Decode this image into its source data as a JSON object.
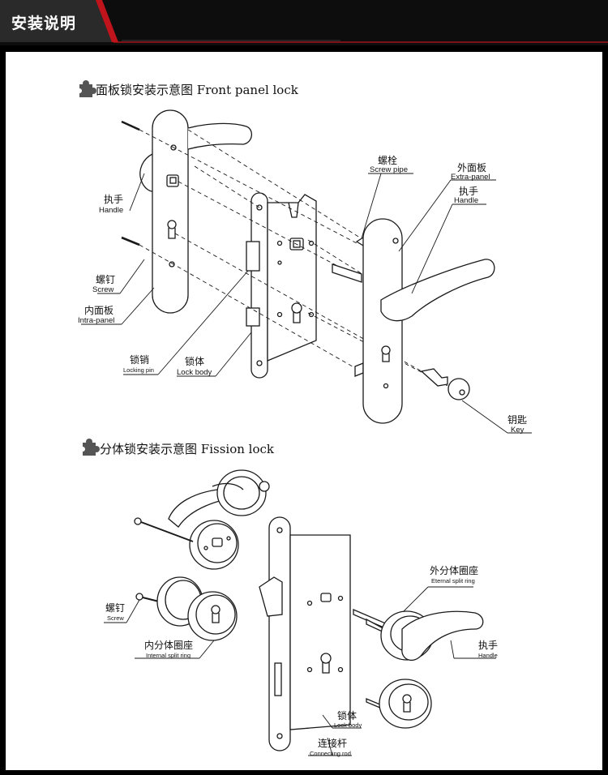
{
  "header": {
    "title": "安装说明"
  },
  "sections": {
    "front": {
      "title_cn": "面板锁安装示意图",
      "title_en": "Front panel lock"
    },
    "fission": {
      "title_cn": "分体锁安装示意图",
      "title_en": "Fission lock"
    }
  },
  "front_labels": {
    "handle_left": {
      "cn": "执手",
      "en": "Handle"
    },
    "screw": {
      "cn": "螺钉",
      "en": "Screw"
    },
    "intra_panel": {
      "cn": "内面板",
      "en": "Intra-panel"
    },
    "locking_pin": {
      "cn": "锁销",
      "en": "Locking pin"
    },
    "lock_body": {
      "cn": "锁体",
      "en": "Lock body"
    },
    "screw_pipe": {
      "cn": "螺栓",
      "en": "Screw pipe"
    },
    "extra_panel": {
      "cn": "外面板",
      "en": "Extra-panel"
    },
    "handle_right": {
      "cn": "执手",
      "en": "Handle"
    },
    "key": {
      "cn": "钥匙",
      "en": "Key"
    }
  },
  "fission_labels": {
    "screw": {
      "cn": "螺钉",
      "en": "Screw"
    },
    "internal_ring": {
      "cn": "内分体圈座",
      "en": "Internal split ring"
    },
    "eternal_ring": {
      "cn": "外分体圈座",
      "en": "Eternal split ring"
    },
    "handle": {
      "cn": "执手",
      "en": "Handle"
    },
    "lock_body": {
      "cn": "锁体",
      "en": "Lock body"
    },
    "connecting_rod": {
      "cn": "连接杆",
      "en": "Connecting rod"
    }
  },
  "colors": {
    "accent": "#c0141c",
    "line": "#1a1a1a",
    "header_bg": "#0d0d0d"
  },
  "icons": {
    "section_marker": "puzzle-piece-icon"
  }
}
